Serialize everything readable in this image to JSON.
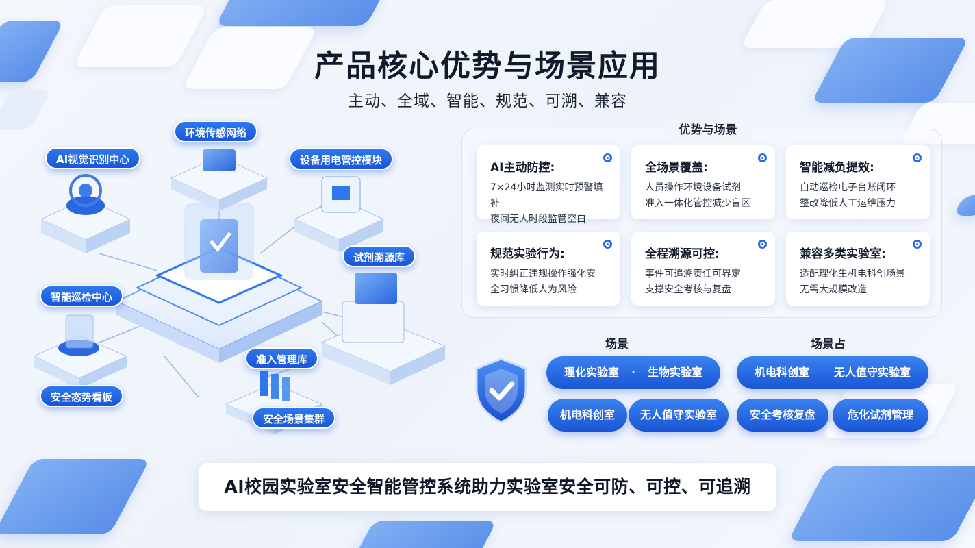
{
  "title": "产品核心优势与场景应用",
  "subtitle": "主动、全域、智能、规范、可溯、兼容",
  "diagram": {
    "labels": {
      "ai_vision": "AI视觉识别中心",
      "env_sensor": "环境传感网络",
      "power_control": "设备用电管控模块",
      "reagent_trace": "试剂溯源库",
      "smart_patrol": "智能巡检中心",
      "security_dashboard": "安全态势看板",
      "access_management": "准入管理库",
      "safety_cluster": "安全场景集群"
    }
  },
  "panel": {
    "title": "优势与场景",
    "cards": [
      {
        "title": "AI主动防控:",
        "line1": "7×24小时监测实时预警填补",
        "line2": "夜间无人时段监管空白"
      },
      {
        "title": "全场景覆盖:",
        "line1": "人员操作环境设备试剂",
        "line2": "准入一体化管控减少盲区"
      },
      {
        "title": "智能减负提效:",
        "line1": "自动巡检电子台账闭环",
        "line2": "整改降低人工运维压力"
      },
      {
        "title": "规范实验行为:",
        "line1": "实时纠正违规操作强化安",
        "line2": "全习惯降低人为风险"
      },
      {
        "title": "全程溯源可控:",
        "line1": "事件可追溯责任可界定",
        "line2": "支撑安全考核与复盘"
      },
      {
        "title": "兼容多类实验室:",
        "line1": "适配理化生机电科创场景",
        "line2": "无需大规模改造"
      }
    ]
  },
  "scenes": {
    "left_label": "场景",
    "right_label": "场景占",
    "row1_left_a": "理化实验室",
    "row1_left_b": "生物实验室",
    "row1_right_a": "机电科创室",
    "row1_right_b": "无人值守实验室",
    "row2": [
      "机电科创室",
      "无人值守实验室",
      "安全考核复盘",
      "危化试剂管理"
    ],
    "separator": "·"
  },
  "bottom_banner": "AI校园实验室安全智能管控系统助力实验室安全可防、可控、可追溯",
  "colors": {
    "accent": "#1a55d6",
    "accent_light": "#3a82f0",
    "title": "#111a2b"
  }
}
